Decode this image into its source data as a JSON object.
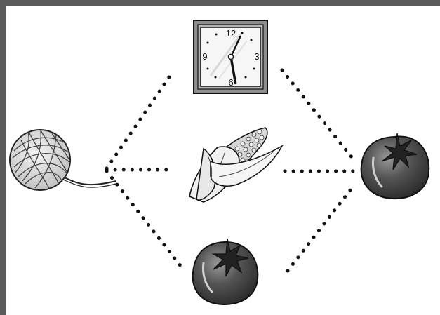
{
  "clock": {
    "numbers": [
      "12",
      "3",
      "6",
      "9"
    ],
    "hour_hand_angle": 170,
    "minute_hand_angle": 25
  },
  "items": [
    {
      "name": "yarn-ball",
      "icon": "yarn-ball-icon"
    },
    {
      "name": "clock",
      "icon": "clock-icon"
    },
    {
      "name": "corn",
      "icon": "corn-icon"
    },
    {
      "name": "tomato-right",
      "icon": "tomato-icon"
    },
    {
      "name": "tomato-bottom",
      "icon": "tomato-icon"
    }
  ],
  "connections": [
    [
      "yarn-ball",
      "clock"
    ],
    [
      "yarn-ball",
      "corn"
    ],
    [
      "yarn-ball",
      "tomato-bottom"
    ],
    [
      "clock",
      "tomato-right"
    ],
    [
      "corn",
      "tomato-right"
    ],
    [
      "tomato-bottom",
      "tomato-right"
    ]
  ],
  "colors": {
    "frame": "#5b5b5b",
    "ink": "#111111",
    "tomato": "#4a4a4a",
    "corn": "#dcdcdc"
  }
}
